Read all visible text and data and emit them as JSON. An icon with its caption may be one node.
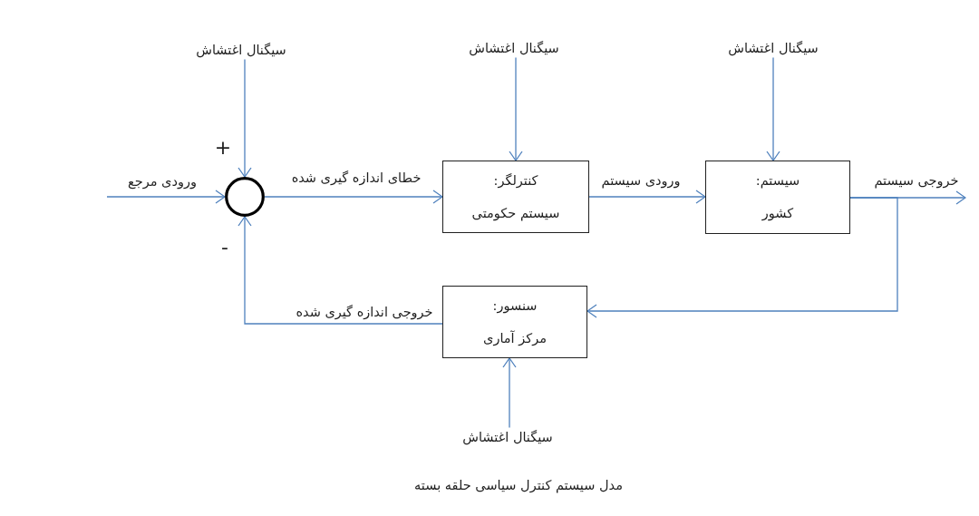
{
  "diagram": {
    "caption": "مدل سیستم کنترل سیاسی حلقه بسته",
    "nodes": [
      {
        "text": [
          "سیگنال اغتشاش"
        ]
      },
      {
        "text": [
          "سیگنال اغتشاش"
        ]
      },
      {
        "text": [
          "سیگنال اغتشاش"
        ]
      },
      {
        "text": [],
        "shape": "circle"
      },
      {
        "text": [
          "کنترلگر:",
          "سیستم حکومتی"
        ]
      },
      {
        "text": [
          "سیستم:",
          "کشور"
        ]
      },
      {
        "text": [
          "سنسور:",
          "مرکز آماری"
        ]
      },
      {
        "text": [
          "سیگنال اغتشاش"
        ]
      }
    ],
    "edges": [
      {
        "from": 0,
        "to": 3,
        "arrow": "to"
      },
      {
        "from": 1,
        "to": 4,
        "arrow": "to"
      },
      {
        "from": 2,
        "to": 5,
        "arrow": "to"
      },
      {
        "from": null,
        "to": 3,
        "arrow": "to",
        "label": "ورودی مرجع"
      },
      {
        "from": 3,
        "to": 4,
        "arrow": "to",
        "label": "خطای اندازه گیری شده"
      },
      {
        "from": 4,
        "to": 5,
        "arrow": "to",
        "label": "ورودی سیستم"
      },
      {
        "from": 5,
        "to": null,
        "arrow": "to",
        "label": "خروجی سیستم"
      },
      {
        "from": 5,
        "to": 6,
        "arrow": "to"
      },
      {
        "from": 6,
        "to": 3,
        "arrow": "to",
        "label": "خروجی اندازه گیری شده"
      },
      {
        "from": 7,
        "to": 6,
        "arrow": "to"
      }
    ],
    "labels": [
      "+",
      "-"
    ]
  }
}
